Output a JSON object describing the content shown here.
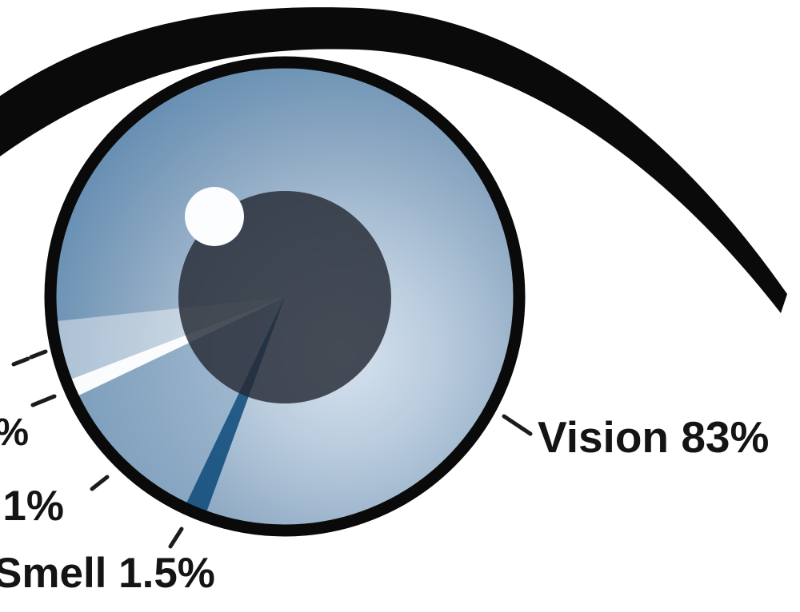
{
  "figure": {
    "description_labels": {
      "vision": "Vision 83%",
      "smell": "Smell 1.5%",
      "fragment_mid": "1%",
      "fragment_top": "%"
    },
    "colors": {
      "background": "#ffffff",
      "outline_and_brow": "#0a0a0a",
      "iris_center": "#d8e3f0",
      "iris_edge": "#5e88ae",
      "pupil": "#3b434e",
      "slice_light": "#b9cbdb",
      "slice_white": "#ffffff",
      "slice_medium": "#7f9dbb",
      "slice_navy": "#1d5684",
      "highlight": "#fbfdff",
      "label_text": "#141414"
    }
  },
  "chart_data": {
    "type": "pie",
    "title": "Pie chart of the senses drawn inside the iris of an illustrated eye",
    "legend_position": "callout labels with dashed leader lines; left-side labels truncated by image edge",
    "slices": [
      {
        "label": "Vision 83%",
        "value": 83,
        "color": "#5e88ae",
        "note": "unshaded iris area, label at right"
      },
      {
        "label": "",
        "value_estimated": 3.5,
        "color": "#b9cbdb",
        "note": "light slice; label fully cut off at left edge, only dashed leader visible"
      },
      {
        "label": "%",
        "value_estimated": 1,
        "color": "#ffffff",
        "note": "white slice; label truncated at left edge, only % visible"
      },
      {
        "label": "1%",
        "value_estimated": 11,
        "color": "#7f9dbb",
        "note": "medium blue slice; label truncated at left edge, only 1% visible"
      },
      {
        "label": "Smell 1.5%",
        "value": 1.5,
        "color": "#1d5684",
        "note": "dark navy slice"
      }
    ]
  }
}
